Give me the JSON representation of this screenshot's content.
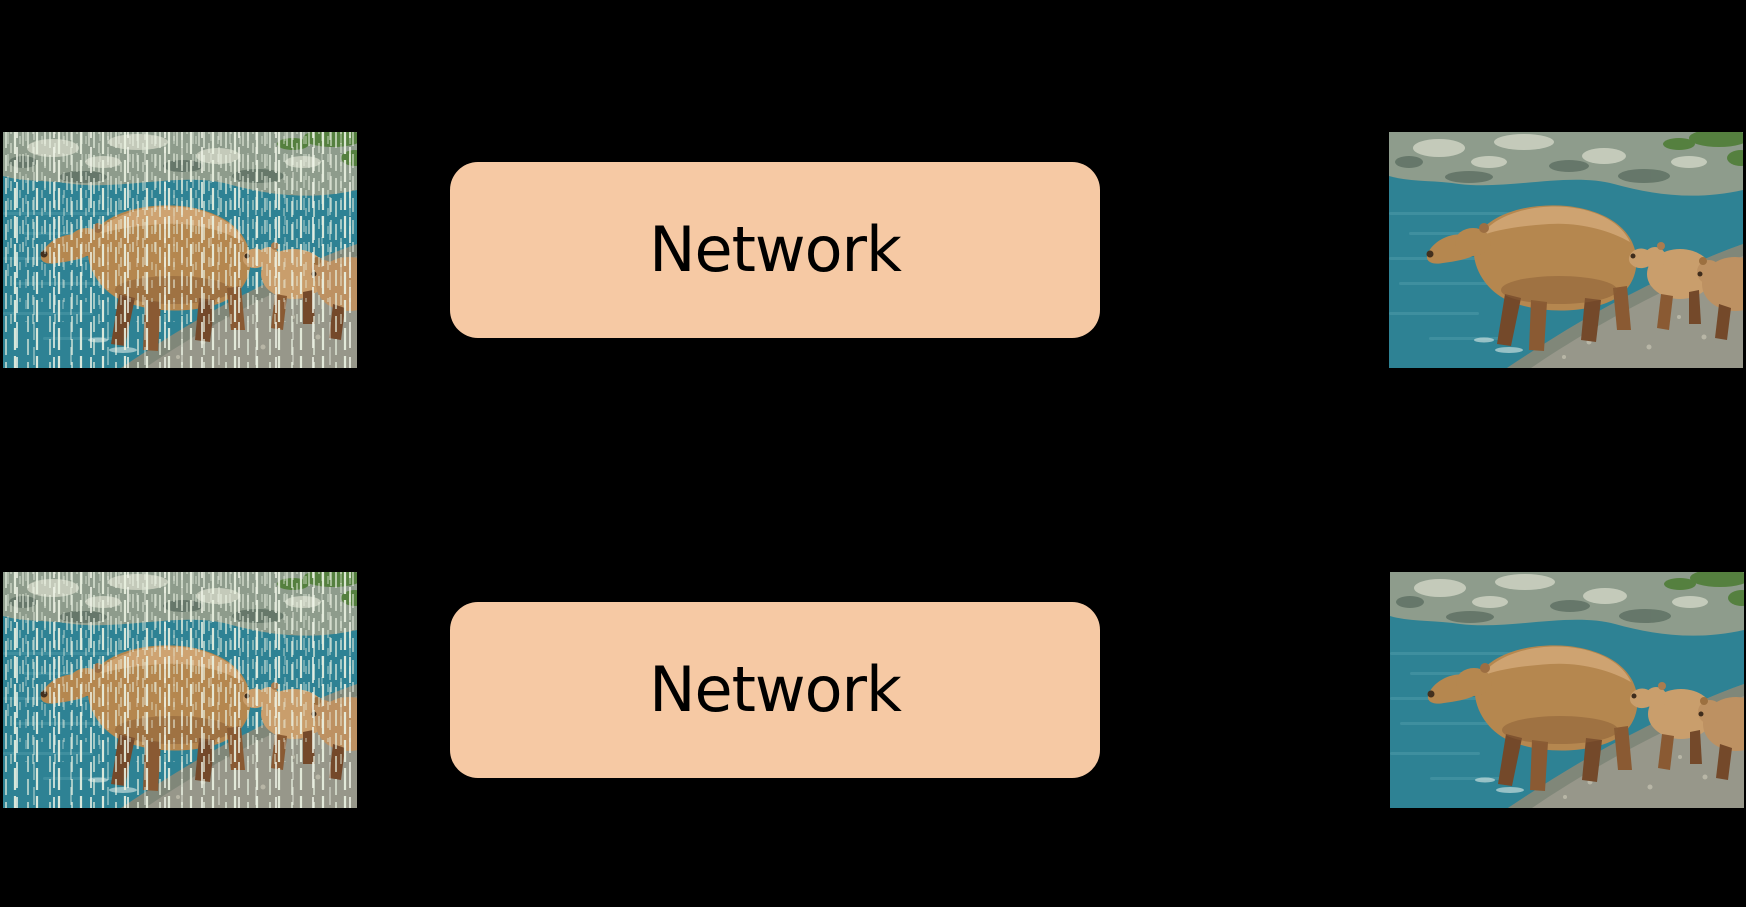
{
  "diagram": {
    "background": "#000000",
    "network_box": {
      "fill": "#F6C9A4",
      "text_color": "#000000"
    },
    "rows": [
      {
        "network_label": "Network",
        "input_description": "Photo of a mother brown bear and two cubs at the water's edge, degraded by dense vertical rain streaks",
        "output_description": "Clean restored photo of a mother brown bear and two cubs at the water's edge"
      },
      {
        "network_label": "Network",
        "input_description": "Photo of a mother brown bear and two cubs at the water's edge, degraded by dense vertical rain streaks",
        "output_description": "Clean restored photo of a mother brown bear and two cubs at the water's edge"
      }
    ]
  }
}
